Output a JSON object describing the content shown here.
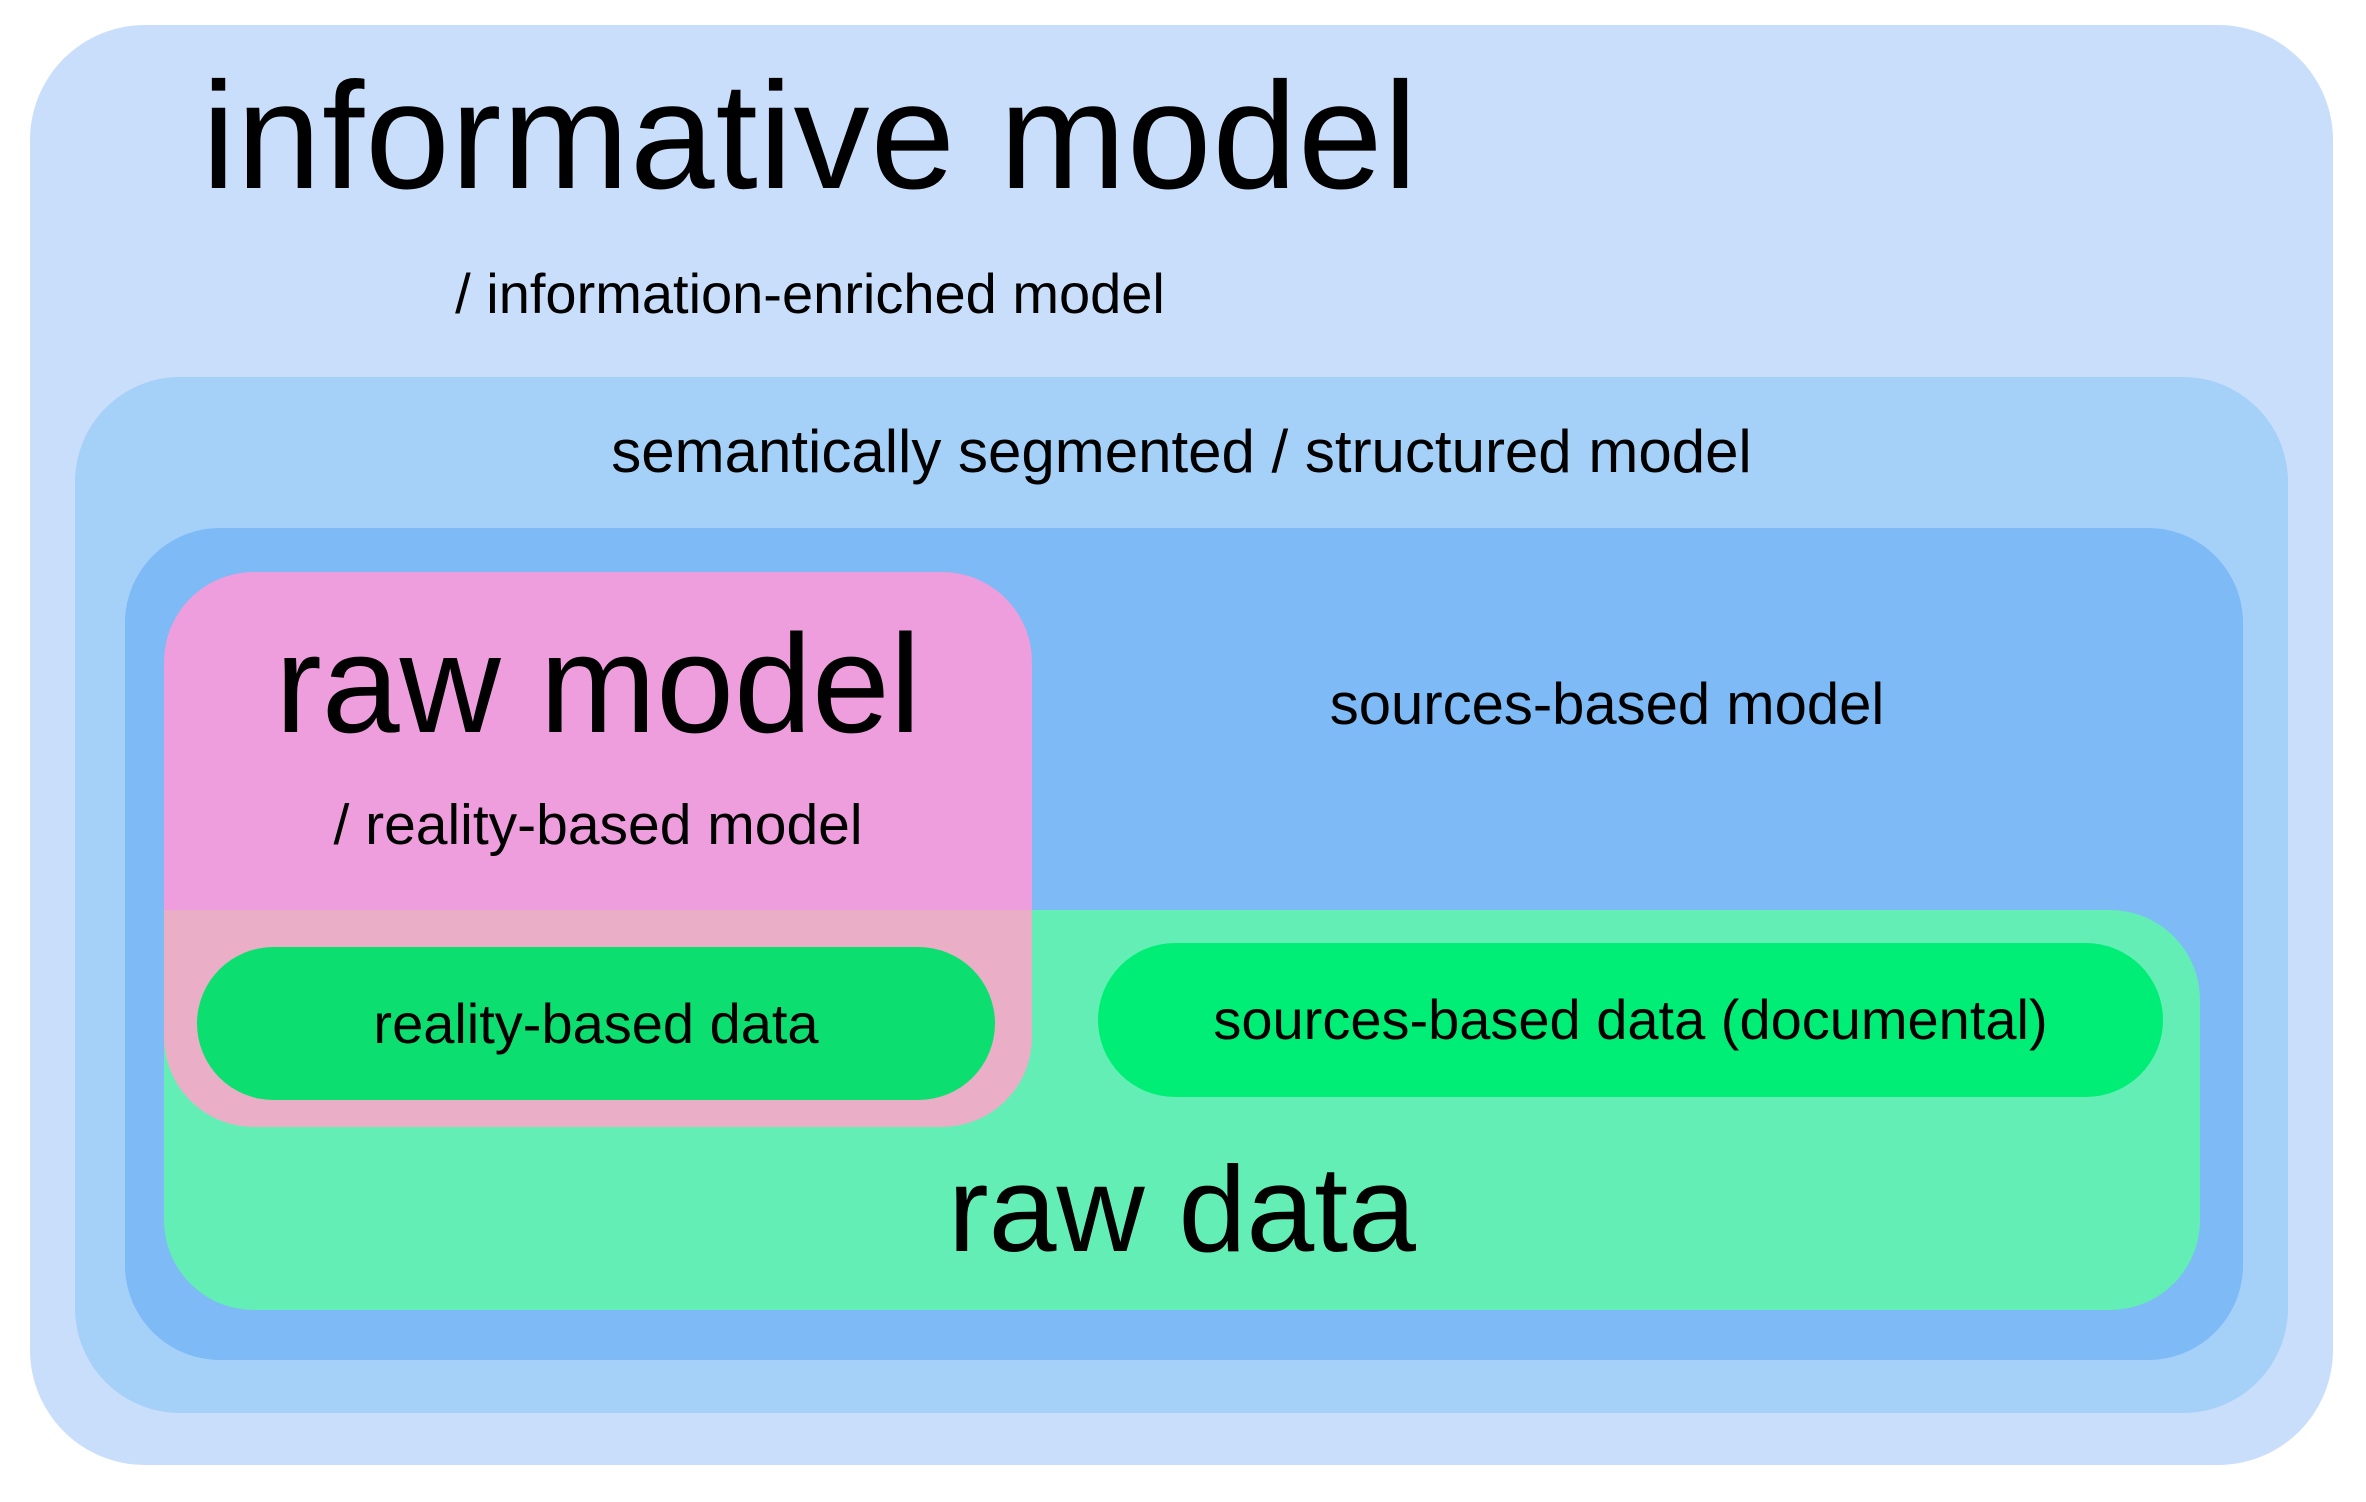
{
  "diagram": {
    "informative": {
      "title": "informative model",
      "subtitle": "/ information-enriched model",
      "color": "#c9defb"
    },
    "structured": {
      "label": "semantically segmented / structured model",
      "color": "#a5d0f8"
    },
    "sources_model": {
      "label": "sources-based model",
      "color": "#7dbaf6"
    },
    "raw_model": {
      "title": "raw model",
      "subtitle": "/ reality-based model",
      "color": "#ee9edd",
      "overlap_color": "#eaafc6"
    },
    "raw_data": {
      "label": "raw data",
      "color": "#63eeb5"
    },
    "reality_data": {
      "label": "reality-based data",
      "color": "#0cdf70"
    },
    "sources_data": {
      "label": "sources-based data (documental)",
      "color": "#00ee76"
    },
    "text_color": "#000000"
  }
}
